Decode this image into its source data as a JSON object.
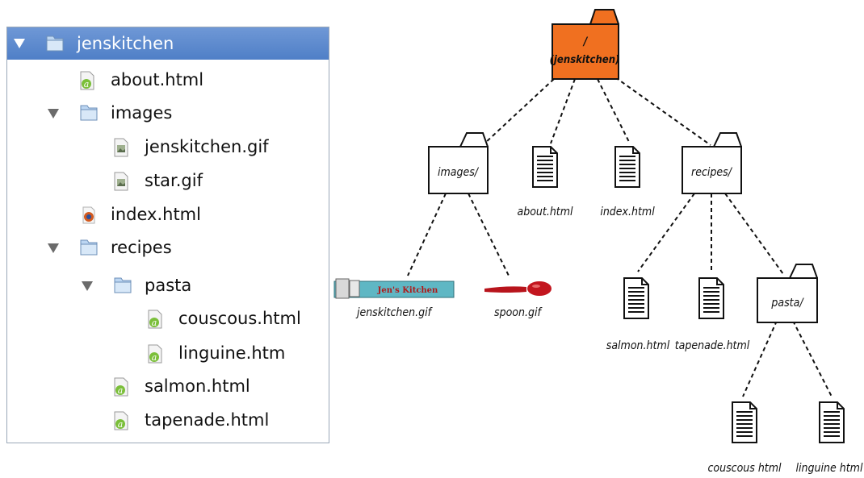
{
  "tree": {
    "items": [
      {
        "label": "jenskitchen",
        "icon": "folder-icon",
        "expanded": true,
        "selected": true
      },
      {
        "label": "about.html",
        "icon": "html-file-icon"
      },
      {
        "label": "images",
        "icon": "folder-icon",
        "expanded": true
      },
      {
        "label": "jenskitchen.gif",
        "icon": "image-file-icon"
      },
      {
        "label": "star.gif",
        "icon": "image-file-icon"
      },
      {
        "label": "index.html",
        "icon": "firefox-file-icon"
      },
      {
        "label": "recipes",
        "icon": "folder-icon",
        "expanded": true
      },
      {
        "label": "pasta",
        "icon": "folder-icon",
        "expanded": true
      },
      {
        "label": "couscous.html",
        "icon": "html-file-icon"
      },
      {
        "label": "linguine.htm",
        "icon": "html-file-icon"
      },
      {
        "label": "salmon.html",
        "icon": "html-file-icon"
      },
      {
        "label": "tapenade.html",
        "icon": "html-file-icon"
      }
    ],
    "selection_color": "#5b87cc"
  },
  "diagram": {
    "root": {
      "line1": "/",
      "line2": "(jenskitchen)",
      "color": "#f07020"
    },
    "images_folder": "images/",
    "recipes_folder": "recipes/",
    "pasta_folder": "pasta/",
    "about": "about.html",
    "index": "index.html",
    "jenskitchen_gif": "jenskitchen.gif",
    "jenskitchen_banner": "Jen's Kitchen",
    "spoon_gif": "spoon.gif",
    "salmon": "salmon.html",
    "tapenade": "tapenade.html",
    "couscous": "couscous html",
    "linguine": "linguine html"
  }
}
